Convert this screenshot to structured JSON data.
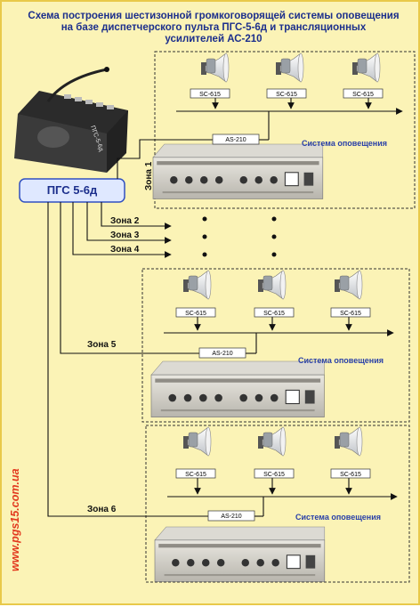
{
  "title": {
    "line1": "Схема построения шестизонной  громкоговорящей системы оповещения",
    "line2": "на базе диспетчерского пульта ПГС-5-6д и трансляционных",
    "line3": "усилителей АС-210"
  },
  "console": {
    "label": "ПГС 5-6д",
    "device_text": "ПГС-5-6д"
  },
  "zones": {
    "z1": "Зона 1",
    "z2": "Зона 2",
    "z3": "Зона 3",
    "z4": "Зона 4",
    "z5": "Зона 5",
    "z6": "Зона 6"
  },
  "systems": {
    "s1": {
      "amp": "AS-210",
      "caption": "Система оповещения",
      "speakers": [
        "SC-615",
        "SC-615",
        "SC-615"
      ]
    },
    "s2": {
      "amp": "AS-210",
      "caption": "Система оповещения",
      "speakers": [
        "SC-615",
        "SC-615",
        "SC-615"
      ]
    },
    "s3": {
      "amp": "AS-210",
      "caption": "Система оповещения",
      "speakers": [
        "SC-615",
        "SC-615",
        "SC-615"
      ]
    }
  },
  "watermark": "www.pgs15.com.ua",
  "colors": {
    "background": "#fbf3b6",
    "title": "#1c2f8c",
    "label_blue": "#2940a8",
    "wire": "#111111",
    "watermark": "#e23a1f",
    "console_box": "#dfe8ff"
  }
}
